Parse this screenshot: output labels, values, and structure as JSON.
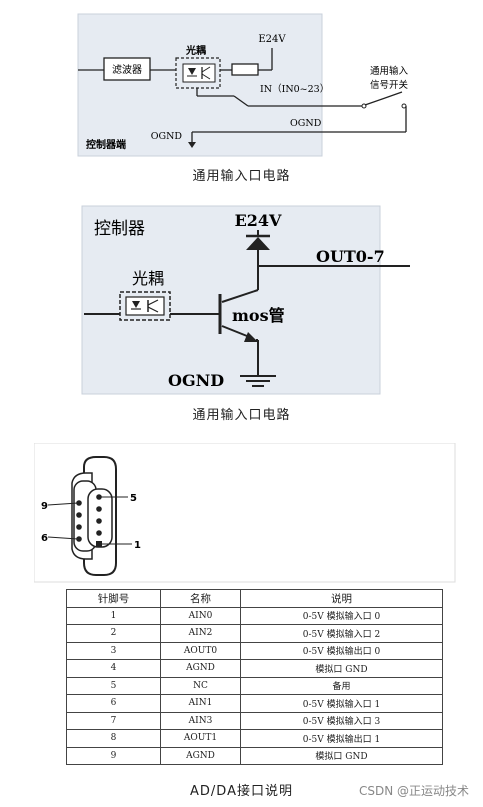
{
  "diagram1": {
    "filter": "滤波器",
    "optocoupler": "光耦",
    "supply": "E24V",
    "input": "IN（IN0~23）",
    "switch_line1": "通用输入",
    "switch_line2": "信号开关",
    "ground": "OGND",
    "ground_label": "OGND",
    "controller": "控制器端",
    "caption": "通用输入口电路"
  },
  "diagram2": {
    "controller": "控制器",
    "supply": "E24V",
    "output": "OUT0-7",
    "optocoupler": "光耦",
    "mos": "mos管",
    "ground": "OGND",
    "caption": "通用输入口电路"
  },
  "diagram3": {
    "connector_labels": {
      "pin9": "9",
      "pin5": "5",
      "pin6": "6",
      "pin1": "1"
    },
    "table": {
      "headers": [
        "针脚号",
        "名称",
        "说明"
      ],
      "rows": [
        [
          "1",
          "AIN0",
          "0-5V 模拟输入口 0"
        ],
        [
          "2",
          "AIN2",
          "0-5V 模拟输入口 2"
        ],
        [
          "3",
          "AOUT0",
          "0-5V 模拟输出口 0"
        ],
        [
          "4",
          "AGND",
          "模拟口 GND"
        ],
        [
          "5",
          "NC",
          "备用"
        ],
        [
          "6",
          "AIN1",
          "0-5V 模拟输入口 1"
        ],
        [
          "7",
          "AIN3",
          "0-5V 模拟输入口 3"
        ],
        [
          "8",
          "AOUT1",
          "0-5V 模拟输出口 1"
        ],
        [
          "9",
          "AGND",
          "模拟口 GND"
        ]
      ]
    },
    "caption": "AD/DA接口说明"
  },
  "watermark": "CSDN @正运动技术"
}
